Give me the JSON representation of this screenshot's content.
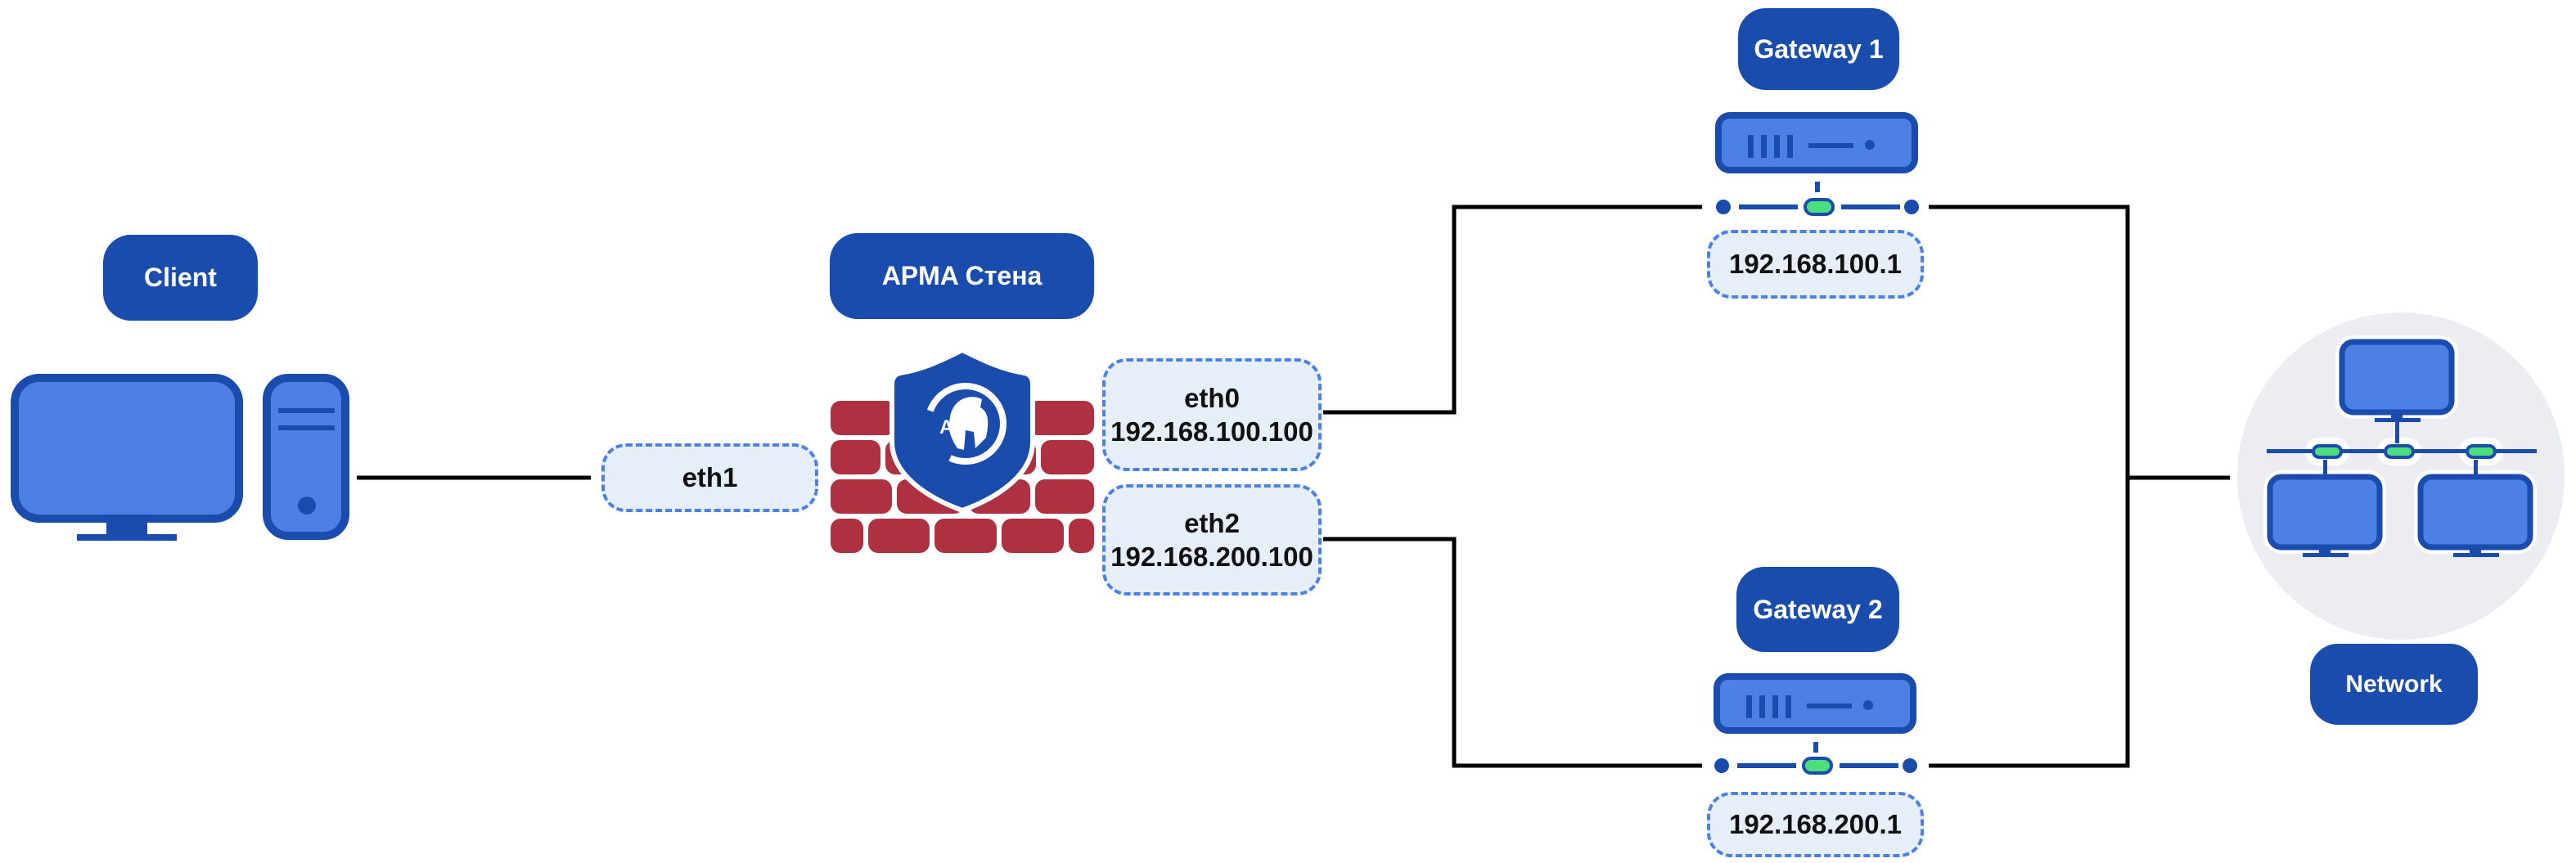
{
  "title": "APMA Стена dual-gateway network diagram",
  "colors": {
    "label_bg": "#1a4cae",
    "device_fill": "#4d80e4",
    "device_stroke": "#1a4cae",
    "link_indicator": "#4cde7e",
    "interface_bg": "#e6eef8",
    "interface_border": "#4d80e4",
    "brick": "#ad3140",
    "network_bg": "#ebedf2",
    "line": "#000000"
  },
  "nodes": {
    "client": {
      "label": "Client",
      "icon": "desktop-computer-icon"
    },
    "firewall": {
      "label": "APMA Стена",
      "icon": "firewall-shield-icon",
      "emblem_letter": "A"
    },
    "gateway1": {
      "label": "Gateway 1",
      "icon": "server-icon",
      "ip": "192.168.100.1"
    },
    "gateway2": {
      "label": "Gateway 2",
      "icon": "server-icon",
      "ip": "192.168.200.1"
    },
    "network": {
      "label": "Network",
      "icon": "network-topology-icon"
    }
  },
  "interfaces": {
    "eth1": {
      "name": "eth1"
    },
    "eth0": {
      "name": "eth0",
      "ip": "192.168.100.100"
    },
    "eth2": {
      "name": "eth2",
      "ip": "192.168.200.100"
    }
  },
  "links": [
    {
      "from": "client",
      "to": "eth1"
    },
    {
      "from": "eth0",
      "to": "gateway1"
    },
    {
      "from": "eth2",
      "to": "gateway2"
    },
    {
      "from": "gateway1",
      "to": "network"
    },
    {
      "from": "gateway2",
      "to": "network"
    }
  ]
}
